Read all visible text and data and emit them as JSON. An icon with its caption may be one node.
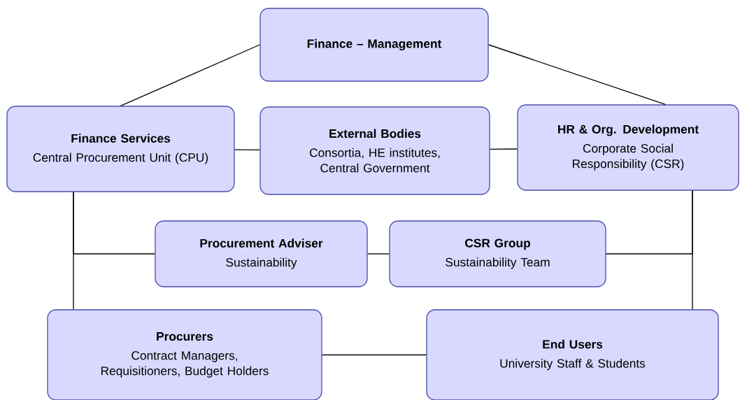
{
  "diagram": {
    "nodes": [
      {
        "text": [
          "Finance – Management"
        ]
      },
      {
        "text": [
          "Finance Services",
          "Central Procurement Unit (CPU)"
        ]
      },
      {
        "text": [
          "External Bodies",
          "Consortia, HE institutes, Central Government"
        ]
      },
      {
        "text": [
          "HR & Org. Development",
          "Corporate Social Responsibility (CSR)"
        ]
      },
      {
        "text": [
          "Procurement Adviser",
          "Sustainability"
        ]
      },
      {
        "text": [
          "CSR Group",
          "Sustainability Team"
        ]
      },
      {
        "text": [
          "Procurers",
          "Contract Managers, Requisitioners, Budget Holders"
        ]
      },
      {
        "text": [
          "End Users",
          "University Staff & Students"
        ]
      }
    ],
    "edges": [
      {
        "from": 0,
        "to": 1,
        "arrow": "none"
      },
      {
        "from": 0,
        "to": 3,
        "arrow": "none"
      },
      {
        "from": 1,
        "to": 2,
        "arrow": "none"
      },
      {
        "from": 2,
        "to": 3,
        "arrow": "none"
      },
      {
        "from": 1,
        "to": 6,
        "arrow": "none"
      },
      {
        "from": 1,
        "to": 4,
        "arrow": "none"
      },
      {
        "from": 3,
        "to": 7,
        "arrow": "none"
      },
      {
        "from": 3,
        "to": 5,
        "arrow": "none"
      },
      {
        "from": 4,
        "to": 5,
        "arrow": "none"
      },
      {
        "from": 6,
        "to": 7,
        "arrow": "none"
      }
    ]
  }
}
